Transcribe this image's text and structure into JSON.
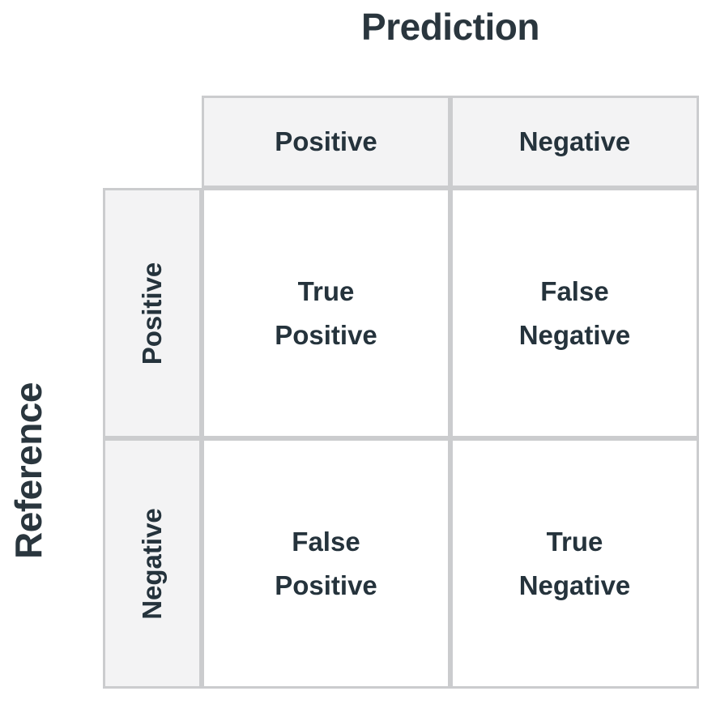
{
  "diagram": {
    "type": "confusion-matrix",
    "axis_titles": {
      "columns": "Prediction",
      "rows": "Reference"
    },
    "colors": {
      "text": "#25333c",
      "title_text": "#2a363e",
      "header_background": "#f3f3f4",
      "cell_background": "#ffffff",
      "border": "#cbccce",
      "page_background": "#ffffff"
    },
    "column_headers": [
      {
        "label": "Positive"
      },
      {
        "label": "Negative"
      }
    ],
    "row_headers": [
      {
        "label": "Positive"
      },
      {
        "label": "Negative"
      }
    ],
    "cells": [
      {
        "row": "Positive",
        "column": "Positive",
        "line1": "True",
        "line2": "Positive",
        "label": "True Positive"
      },
      {
        "row": "Positive",
        "column": "Negative",
        "line1": "False",
        "line2": "Negative",
        "label": "False Negative"
      },
      {
        "row": "Negative",
        "column": "Positive",
        "line1": "False",
        "line2": "Positive",
        "label": "False Positive"
      },
      {
        "row": "Negative",
        "column": "Negative",
        "line1": "True",
        "line2": "Negative",
        "label": "True Negative"
      }
    ]
  }
}
